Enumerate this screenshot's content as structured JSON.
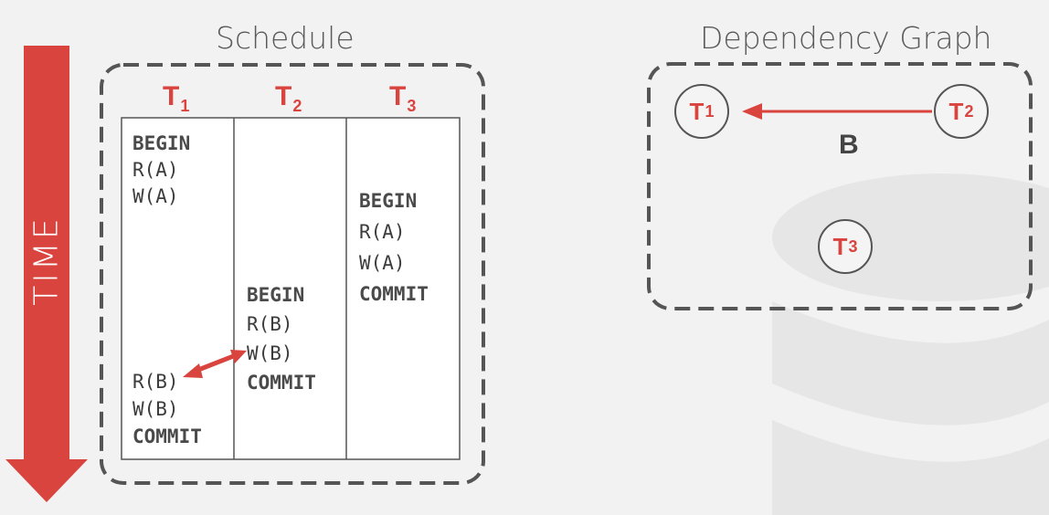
{
  "colors": {
    "accent": "#d9443f",
    "text": "#444444",
    "background": "#f2f2f2"
  },
  "time_label": "TIME",
  "schedule": {
    "title": "Schedule",
    "columns": [
      {
        "name": "T",
        "sub": "1"
      },
      {
        "name": "T",
        "sub": "2"
      },
      {
        "name": "T",
        "sub": "3"
      }
    ],
    "t1_ops": [
      "BEGIN",
      "R(A)",
      "W(A)",
      "R(B)",
      "W(B)",
      "COMMIT"
    ],
    "t2_ops": [
      "BEGIN",
      "R(B)",
      "W(B)",
      "COMMIT"
    ],
    "t3_ops": [
      "BEGIN",
      "R(A)",
      "W(A)",
      "COMMIT"
    ]
  },
  "graph": {
    "title": "Dependency Graph",
    "nodes": [
      {
        "name": "T",
        "sub": "1"
      },
      {
        "name": "T",
        "sub": "2"
      },
      {
        "name": "T",
        "sub": "3"
      }
    ],
    "edge_label": "B"
  }
}
